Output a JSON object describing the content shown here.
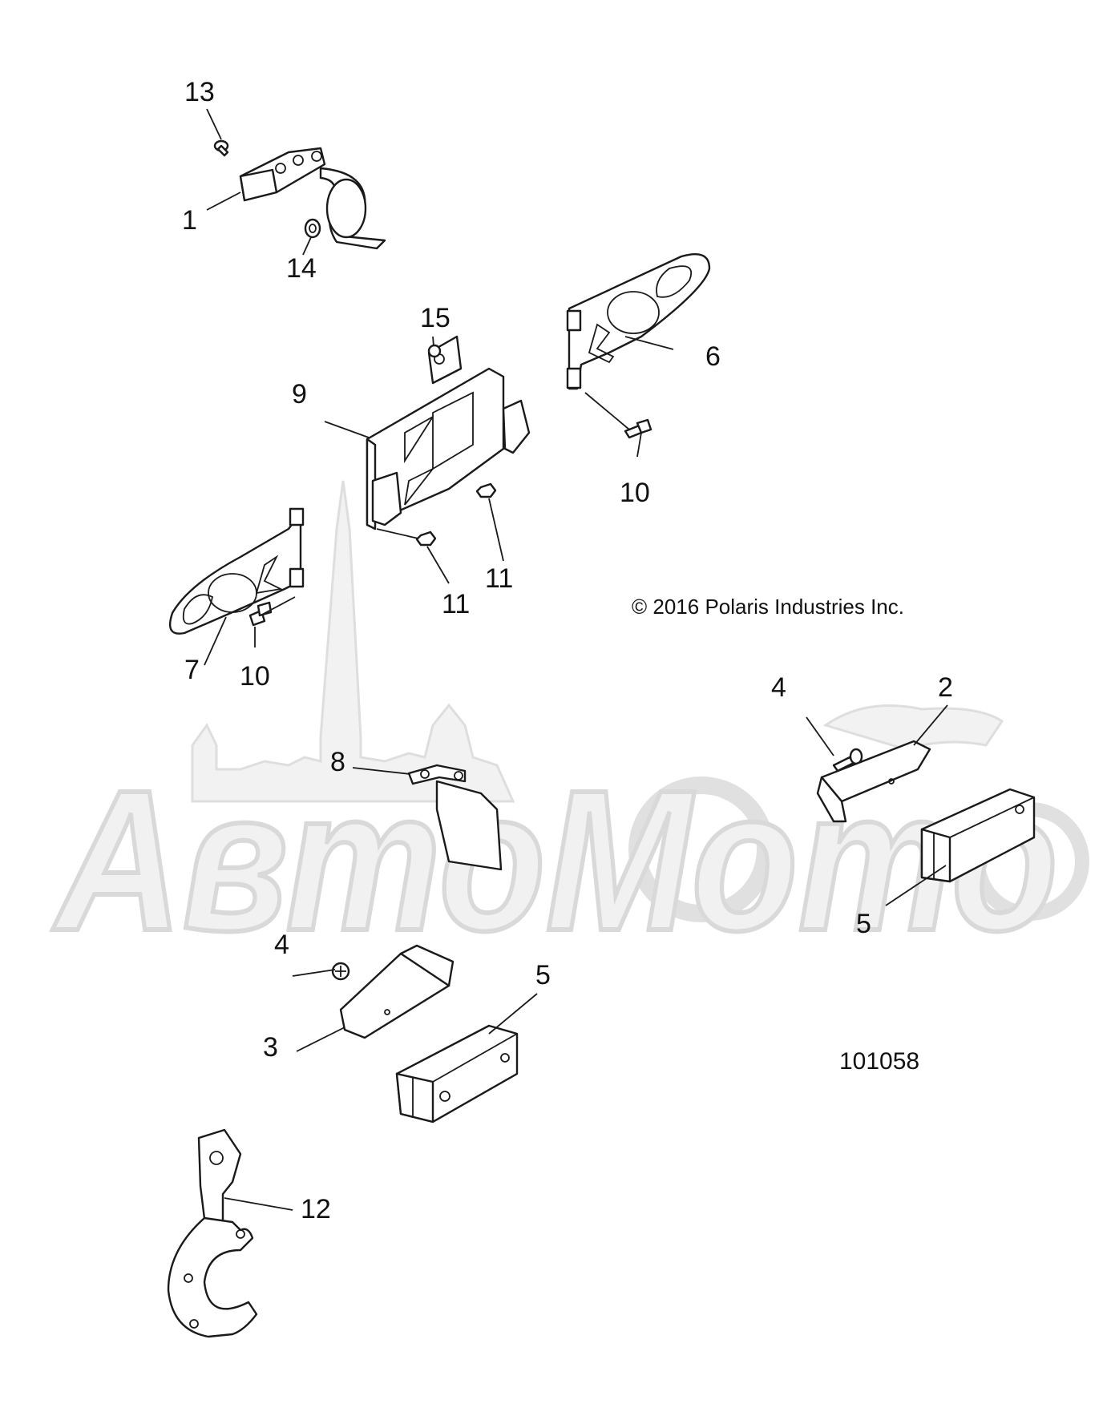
{
  "copyright": "© 2016 Polaris Industries Inc.",
  "diagram_number": "101058",
  "watermark": {
    "text": "АвтоМото"
  },
  "callouts": [
    {
      "id": "c1",
      "label": "1"
    },
    {
      "id": "c2",
      "label": "2"
    },
    {
      "id": "c3",
      "label": "3"
    },
    {
      "id": "c4a",
      "label": "4"
    },
    {
      "id": "c4b",
      "label": "4"
    },
    {
      "id": "c5a",
      "label": "5"
    },
    {
      "id": "c5b",
      "label": "5"
    },
    {
      "id": "c6",
      "label": "6"
    },
    {
      "id": "c7",
      "label": "7"
    },
    {
      "id": "c8",
      "label": "8"
    },
    {
      "id": "c9",
      "label": "9"
    },
    {
      "id": "c10a",
      "label": "10"
    },
    {
      "id": "c10b",
      "label": "10"
    },
    {
      "id": "c11a",
      "label": "11"
    },
    {
      "id": "c11b",
      "label": "11"
    },
    {
      "id": "c12",
      "label": "12"
    },
    {
      "id": "c13",
      "label": "13"
    },
    {
      "id": "c14",
      "label": "14"
    },
    {
      "id": "c15",
      "label": "15"
    }
  ]
}
